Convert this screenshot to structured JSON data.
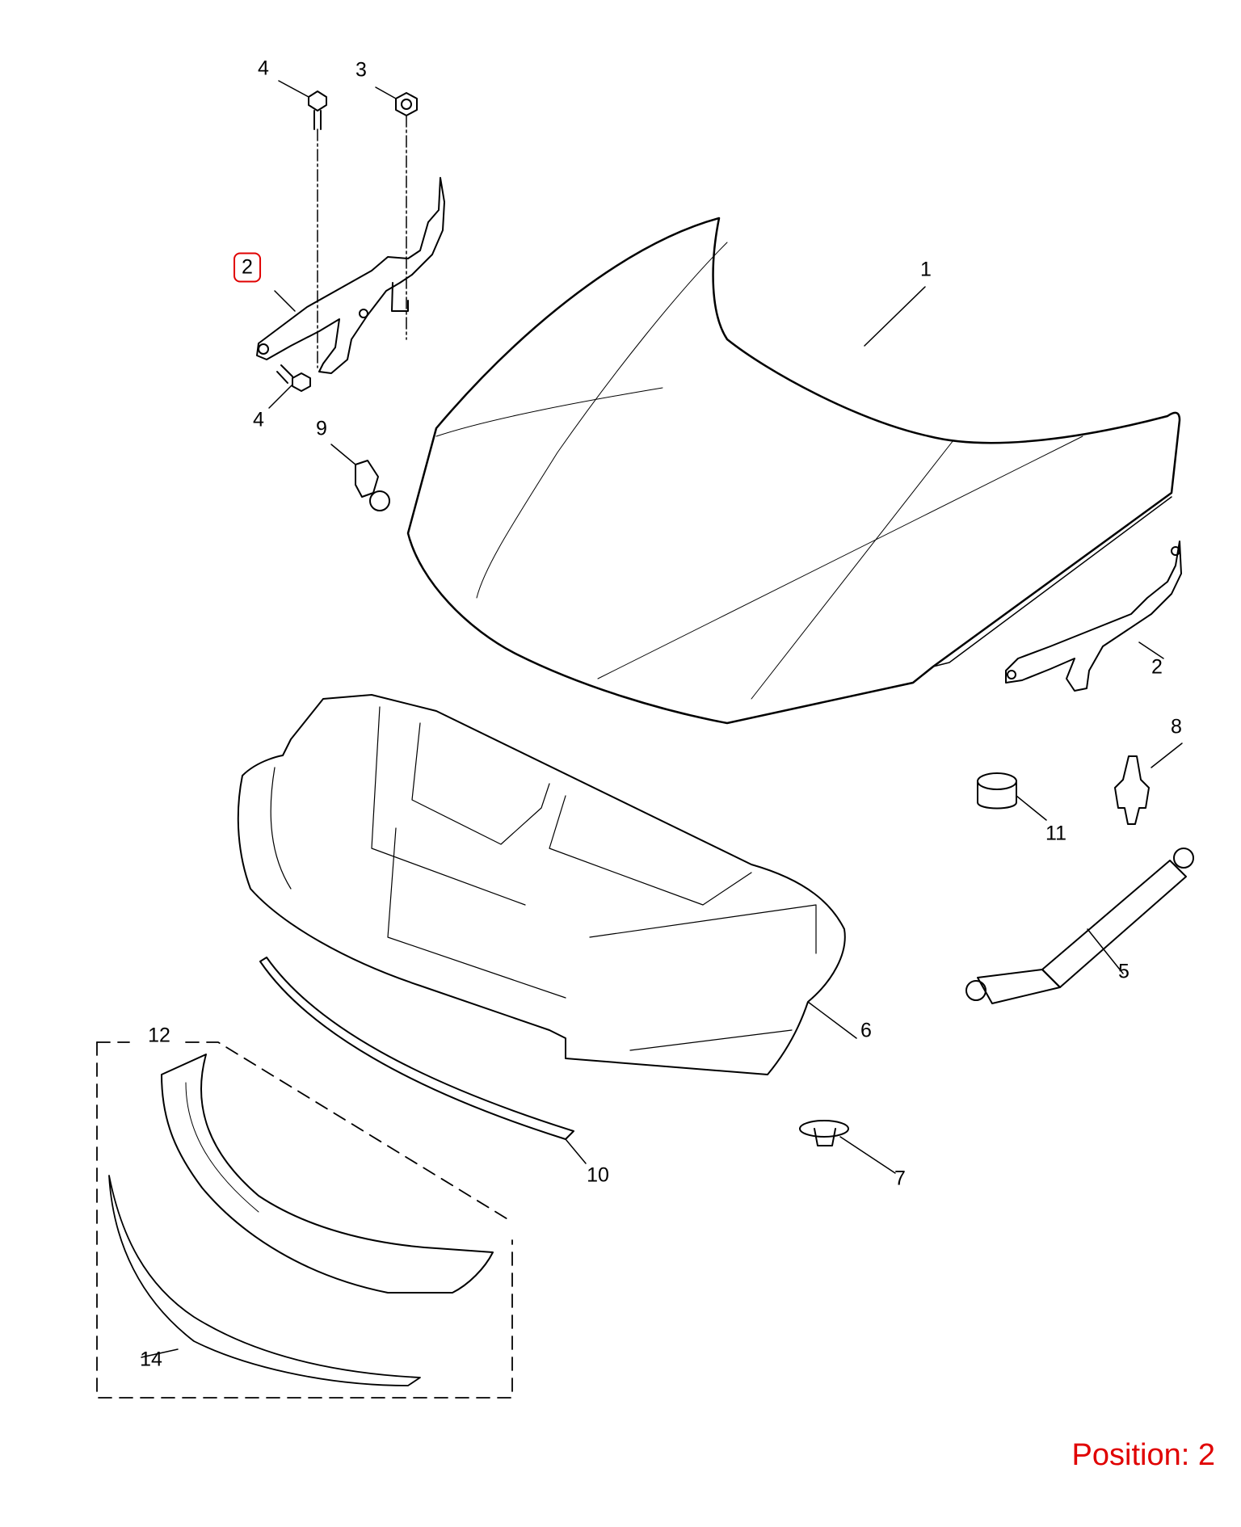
{
  "callouts": {
    "c1": "1",
    "c2_left": "2",
    "c2_right": "2",
    "c3": "3",
    "c4_top": "4",
    "c4_bottom": "4",
    "c5": "5",
    "c6": "6",
    "c7": "7",
    "c8": "8",
    "c9": "9",
    "c10": "10",
    "c11": "11",
    "c12": "12",
    "c14": "14"
  },
  "selected_callout": "c2_left",
  "colors": {
    "highlight": "#e00000",
    "line": "#000000",
    "background": "#ffffff"
  },
  "position_label": "Position: 2"
}
